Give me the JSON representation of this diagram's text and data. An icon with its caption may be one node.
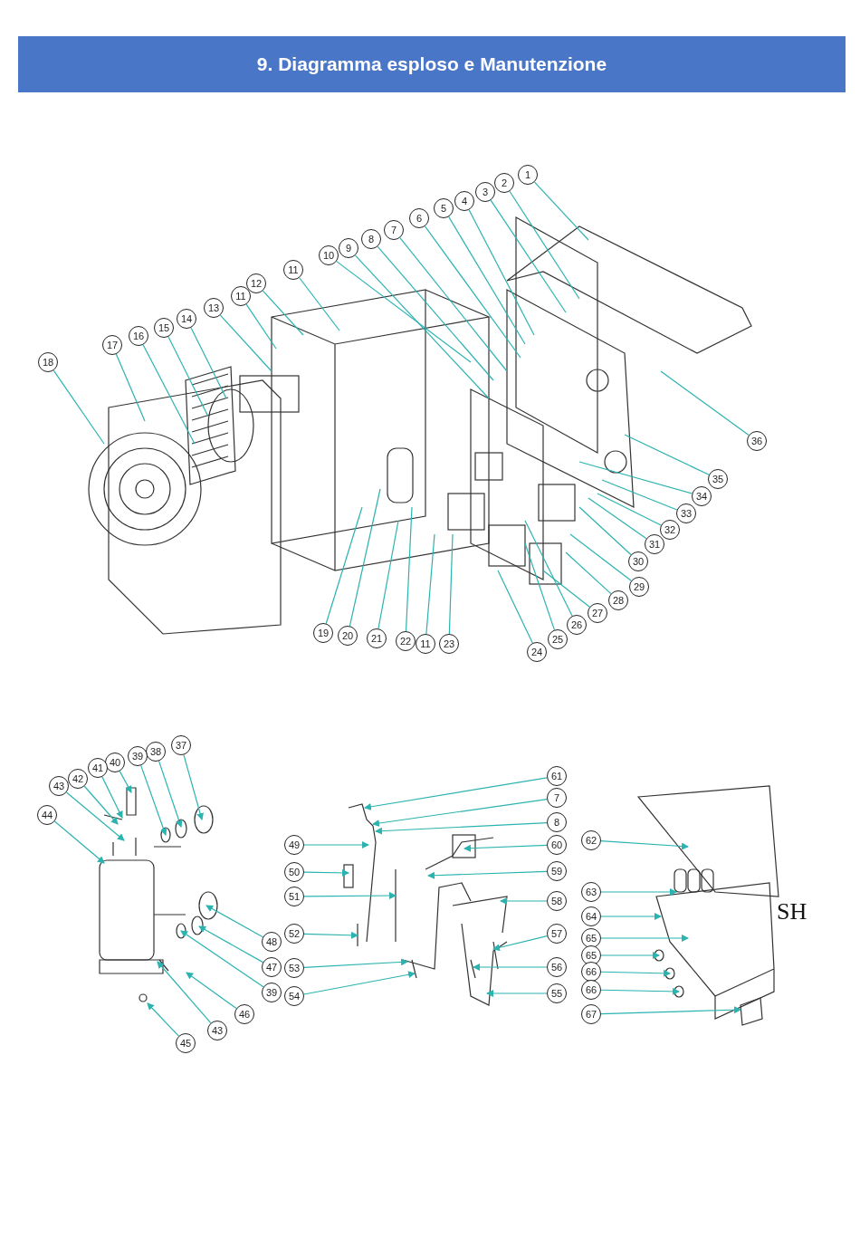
{
  "diagram": {
    "title": "9. Diagramma esploso e Manutenzione",
    "nodes": [
      {
        "text": [
          "1"
        ]
      },
      {
        "text": [
          "2"
        ]
      },
      {
        "text": [
          "3"
        ]
      },
      {
        "text": [
          "4"
        ]
      },
      {
        "text": [
          "5"
        ]
      },
      {
        "text": [
          "6"
        ]
      },
      {
        "text": [
          "7"
        ]
      },
      {
        "text": [
          "8"
        ]
      },
      {
        "text": [
          "9"
        ]
      },
      {
        "text": [
          "10"
        ]
      },
      {
        "text": [
          "11"
        ]
      },
      {
        "text": [
          "12"
        ]
      },
      {
        "text": [
          "11"
        ]
      },
      {
        "text": [
          "13"
        ]
      },
      {
        "text": [
          "14"
        ]
      },
      {
        "text": [
          "15"
        ]
      },
      {
        "text": [
          "16"
        ]
      },
      {
        "text": [
          "17"
        ]
      },
      {
        "text": [
          "18"
        ]
      },
      {
        "text": [
          "19"
        ]
      },
      {
        "text": [
          "20"
        ]
      },
      {
        "text": [
          "21"
        ]
      },
      {
        "text": [
          "22"
        ]
      },
      {
        "text": [
          "11"
        ]
      },
      {
        "text": [
          "23"
        ]
      },
      {
        "text": [
          "24"
        ]
      },
      {
        "text": [
          "25"
        ]
      },
      {
        "text": [
          "26"
        ]
      },
      {
        "text": [
          "27"
        ]
      },
      {
        "text": [
          "28"
        ]
      },
      {
        "text": [
          "29"
        ]
      },
      {
        "text": [
          "30"
        ]
      },
      {
        "text": [
          "31"
        ]
      },
      {
        "text": [
          "32"
        ]
      },
      {
        "text": [
          "33"
        ]
      },
      {
        "text": [
          "34"
        ]
      },
      {
        "text": [
          "35"
        ]
      },
      {
        "text": [
          "36"
        ]
      },
      {
        "text": [
          "37"
        ]
      },
      {
        "text": [
          "38"
        ]
      },
      {
        "text": [
          "39"
        ]
      },
      {
        "text": [
          "40"
        ]
      },
      {
        "text": [
          "41"
        ]
      },
      {
        "text": [
          "42"
        ]
      },
      {
        "text": [
          "43"
        ]
      },
      {
        "text": [
          "44"
        ]
      },
      {
        "text": [
          "39"
        ]
      },
      {
        "text": [
          "47"
        ]
      },
      {
        "text": [
          "48"
        ]
      },
      {
        "text": [
          "46"
        ]
      },
      {
        "text": [
          "43"
        ]
      },
      {
        "text": [
          "45"
        ]
      },
      {
        "text": [
          "61"
        ]
      },
      {
        "text": [
          "7"
        ]
      },
      {
        "text": [
          "8"
        ]
      },
      {
        "text": [
          "49"
        ]
      },
      {
        "text": [
          "60"
        ]
      },
      {
        "text": [
          "50"
        ]
      },
      {
        "text": [
          "59"
        ]
      },
      {
        "text": [
          "51"
        ]
      },
      {
        "text": [
          "58"
        ]
      },
      {
        "text": [
          "52"
        ]
      },
      {
        "text": [
          "57"
        ]
      },
      {
        "text": [
          "53"
        ]
      },
      {
        "text": [
          "56"
        ]
      },
      {
        "text": [
          "54"
        ]
      },
      {
        "text": [
          "55"
        ]
      },
      {
        "text": [
          "62"
        ]
      },
      {
        "text": [
          "63"
        ]
      },
      {
        "text": [
          "64"
        ]
      },
      {
        "text": [
          "65"
        ]
      },
      {
        "text": [
          "65"
        ]
      },
      {
        "text": [
          "66"
        ]
      },
      {
        "text": [
          "66"
        ]
      },
      {
        "text": [
          "67"
        ]
      }
    ],
    "edges": [
      {
        "from": 0,
        "to": null,
        "arrow": "none"
      },
      {
        "from": 1,
        "to": null,
        "arrow": "none"
      },
      {
        "from": 2,
        "to": null,
        "arrow": "none"
      },
      {
        "from": 3,
        "to": null,
        "arrow": "none"
      },
      {
        "from": 4,
        "to": null,
        "arrow": "none"
      },
      {
        "from": 5,
        "to": null,
        "arrow": "none"
      },
      {
        "from": 6,
        "to": null,
        "arrow": "none"
      },
      {
        "from": 7,
        "to": null,
        "arrow": "none"
      },
      {
        "from": 8,
        "to": null,
        "arrow": "none"
      },
      {
        "from": 9,
        "to": null,
        "arrow": "none"
      },
      {
        "from": 10,
        "to": null,
        "arrow": "none"
      },
      {
        "from": 11,
        "to": null,
        "arrow": "none"
      },
      {
        "from": 12,
        "to": null,
        "arrow": "none"
      },
      {
        "from": 13,
        "to": null,
        "arrow": "none"
      },
      {
        "from": 14,
        "to": null,
        "arrow": "none"
      },
      {
        "from": 15,
        "to": null,
        "arrow": "none"
      },
      {
        "from": 16,
        "to": null,
        "arrow": "none"
      },
      {
        "from": 17,
        "to": null,
        "arrow": "none"
      },
      {
        "from": 18,
        "to": null,
        "arrow": "none"
      },
      {
        "from": 19,
        "to": null,
        "arrow": "none"
      },
      {
        "from": 20,
        "to": null,
        "arrow": "none"
      },
      {
        "from": 21,
        "to": null,
        "arrow": "none"
      },
      {
        "from": 22,
        "to": null,
        "arrow": "none"
      },
      {
        "from": 23,
        "to": null,
        "arrow": "none"
      },
      {
        "from": 24,
        "to": null,
        "arrow": "none"
      },
      {
        "from": 25,
        "to": null,
        "arrow": "none"
      },
      {
        "from": 26,
        "to": null,
        "arrow": "none"
      },
      {
        "from": 27,
        "to": null,
        "arrow": "none"
      },
      {
        "from": 28,
        "to": null,
        "arrow": "none"
      },
      {
        "from": 29,
        "to": null,
        "arrow": "none"
      },
      {
        "from": 30,
        "to": null,
        "arrow": "none"
      },
      {
        "from": 31,
        "to": null,
        "arrow": "none"
      },
      {
        "from": 32,
        "to": null,
        "arrow": "none"
      },
      {
        "from": 33,
        "to": null,
        "arrow": "none"
      },
      {
        "from": 34,
        "to": null,
        "arrow": "none"
      },
      {
        "from": 35,
        "to": null,
        "arrow": "none"
      },
      {
        "from": 36,
        "to": null,
        "arrow": "none"
      },
      {
        "from": 37,
        "to": null,
        "arrow": "none"
      },
      {
        "from": 38,
        "to": null,
        "arrow": "to"
      },
      {
        "from": 39,
        "to": null,
        "arrow": "to"
      },
      {
        "from": 40,
        "to": null,
        "arrow": "to"
      },
      {
        "from": 41,
        "to": null,
        "arrow": "to"
      },
      {
        "from": 42,
        "to": null,
        "arrow": "to"
      },
      {
        "from": 43,
        "to": null,
        "arrow": "to"
      },
      {
        "from": 44,
        "to": null,
        "arrow": "to"
      },
      {
        "from": 45,
        "to": null,
        "arrow": "to"
      },
      {
        "from": 46,
        "to": null,
        "arrow": "to"
      },
      {
        "from": 47,
        "to": null,
        "arrow": "to"
      },
      {
        "from": 48,
        "to": null,
        "arrow": "to"
      },
      {
        "from": 49,
        "to": null,
        "arrow": "to"
      },
      {
        "from": 50,
        "to": null,
        "arrow": "to"
      },
      {
        "from": 51,
        "to": null,
        "arrow": "to"
      },
      {
        "from": 52,
        "to": null,
        "arrow": "to"
      },
      {
        "from": 53,
        "to": null,
        "arrow": "to"
      },
      {
        "from": 54,
        "to": null,
        "arrow": "to"
      },
      {
        "from": 55,
        "to": null,
        "arrow": "to"
      },
      {
        "from": 56,
        "to": null,
        "arrow": "to"
      },
      {
        "from": 57,
        "to": null,
        "arrow": "to"
      },
      {
        "from": 58,
        "to": null,
        "arrow": "to"
      },
      {
        "from": 59,
        "to": null,
        "arrow": "to"
      },
      {
        "from": 60,
        "to": null,
        "arrow": "to"
      },
      {
        "from": 61,
        "to": null,
        "arrow": "to"
      },
      {
        "from": 62,
        "to": null,
        "arrow": "to"
      },
      {
        "from": 63,
        "to": null,
        "arrow": "to"
      },
      {
        "from": 64,
        "to": null,
        "arrow": "to"
      },
      {
        "from": 65,
        "to": null,
        "arrow": "to"
      },
      {
        "from": 66,
        "to": null,
        "arrow": "to"
      },
      {
        "from": 67,
        "to": null,
        "arrow": "to"
      },
      {
        "from": 68,
        "to": null,
        "arrow": "to"
      },
      {
        "from": 69,
        "to": null,
        "arrow": "to"
      },
      {
        "from": 70,
        "to": null,
        "arrow": "to"
      },
      {
        "from": 71,
        "to": null,
        "arrow": "to"
      },
      {
        "from": 72,
        "to": null,
        "arrow": "to"
      },
      {
        "from": 73,
        "to": null,
        "arrow": "to"
      },
      {
        "from": 74,
        "to": null,
        "arrow": "to"
      }
    ],
    "labels": [
      "SH"
    ]
  }
}
